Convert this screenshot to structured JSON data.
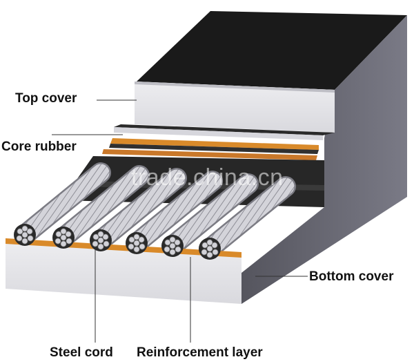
{
  "labels": {
    "top_cover": "Top cover",
    "core_rubber": "Core rubber",
    "bottom_cover": "Bottom cover",
    "steel_cord": "Steel cord",
    "reinforcement_layer": "Reinforcement layer"
  },
  "watermark": "trade.china.cn",
  "colors": {
    "rubber_top": "#1b1b1b",
    "rubber_face": "#e6e6ea",
    "rubber_side": "#6d6d78",
    "reinforcement": "#d98a2a",
    "cord_steel": "#c9c9cf"
  }
}
